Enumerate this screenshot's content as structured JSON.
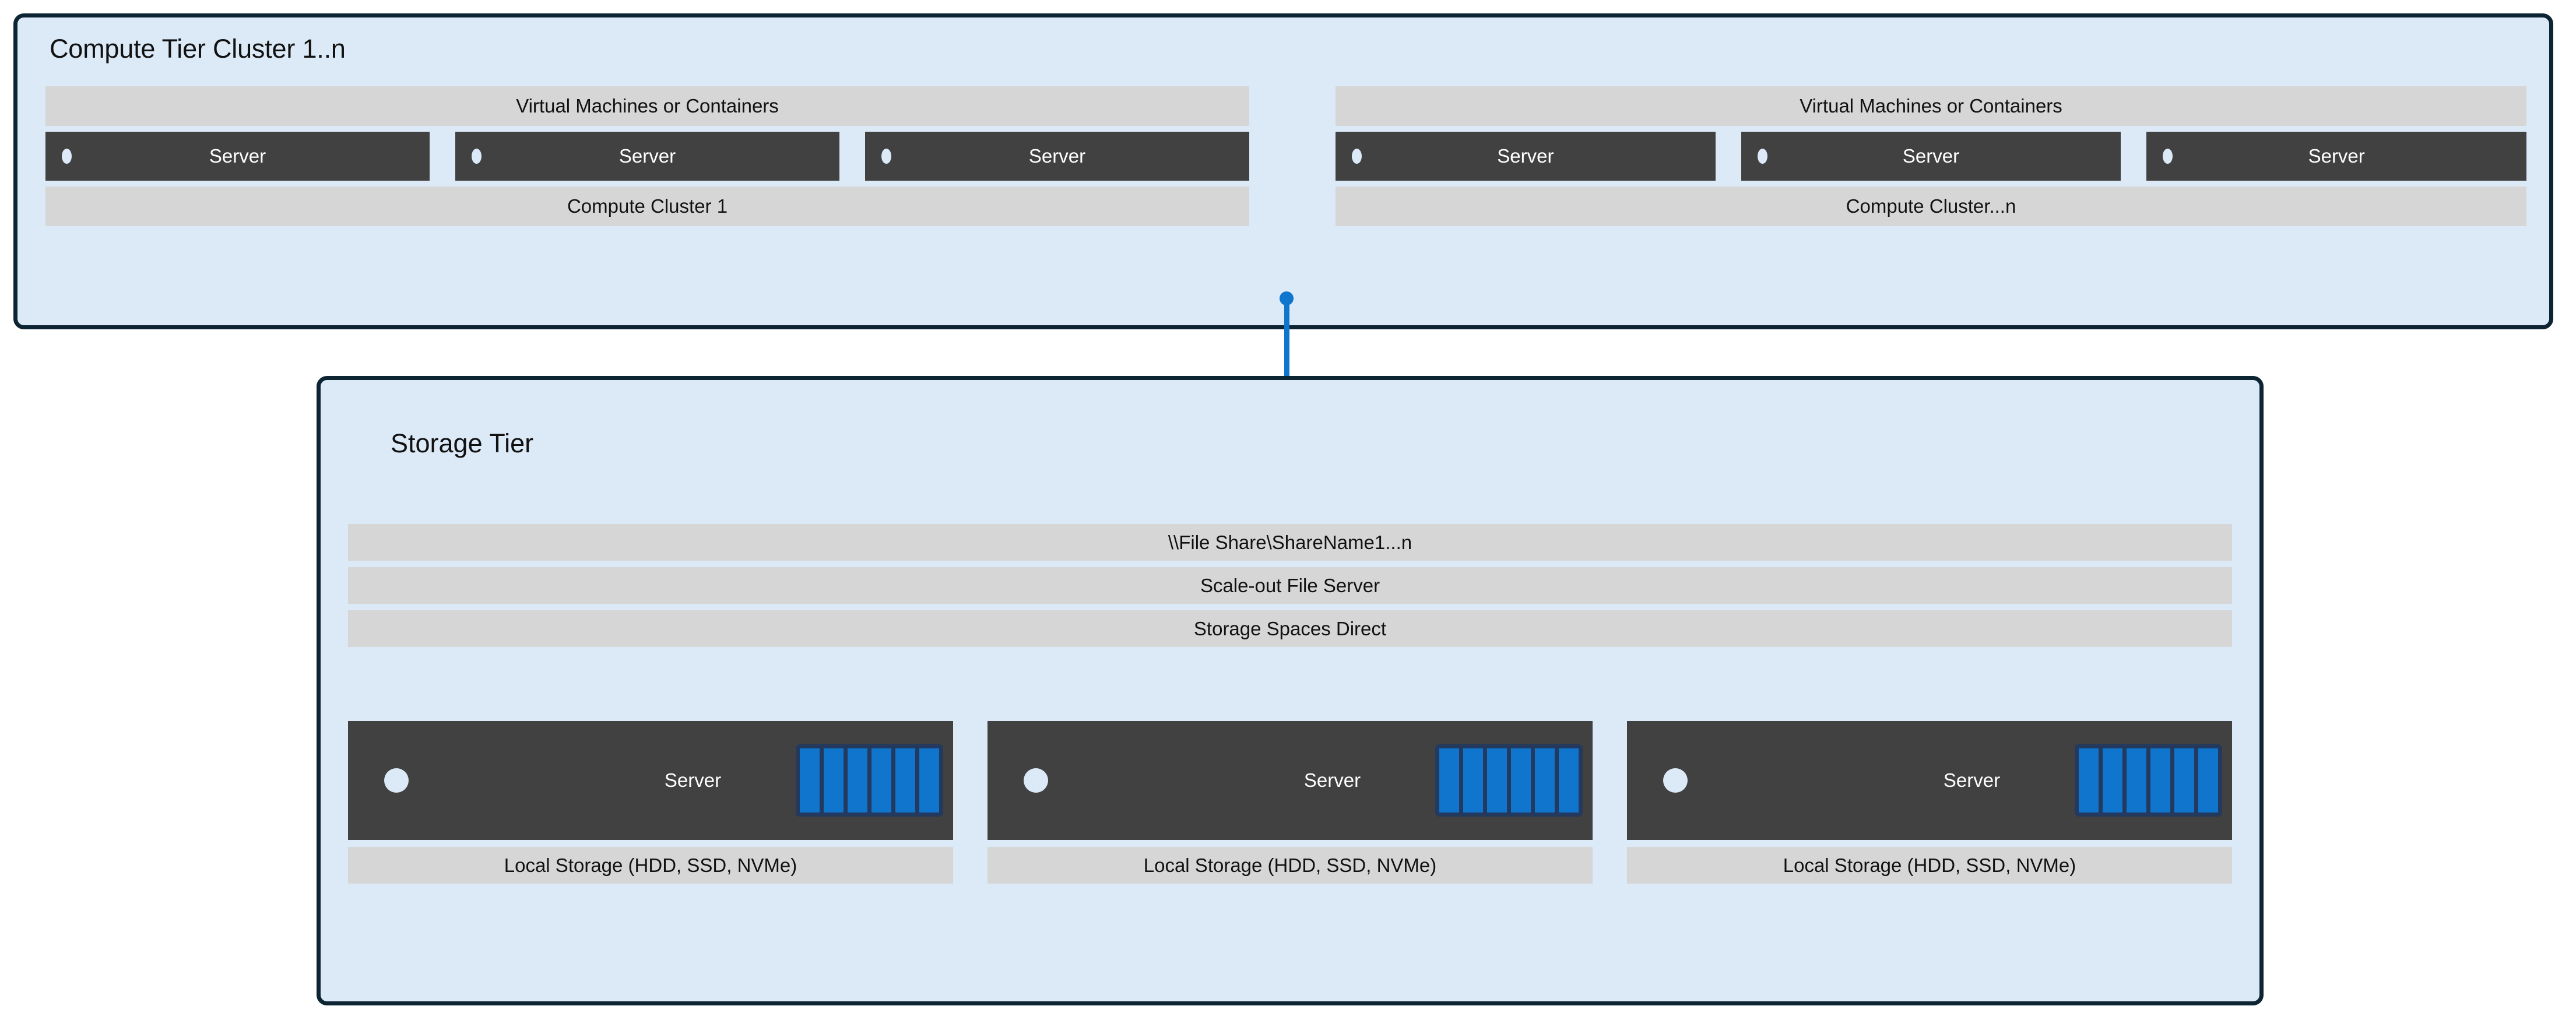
{
  "colors": {
    "tier_fill": "#dce9f7",
    "tier_border": "#0d2433",
    "band_fill": "#d6d6d6",
    "server_fill": "#414141",
    "accent_blue": "#0f75cd",
    "drive_bay_frame": "#23395d"
  },
  "compute_tier": {
    "title": "Compute Tier Cluster 1..n",
    "clusters": [
      {
        "header": "Virtual Machines or Containers",
        "footer": "Compute Cluster 1",
        "servers": [
          {
            "label": "Server",
            "led": "status-led-icon"
          },
          {
            "label": "Server",
            "led": "status-led-icon"
          },
          {
            "label": "Server",
            "led": "status-led-icon"
          }
        ]
      },
      {
        "header": "Virtual Machines or Containers",
        "footer": "Compute Cluster...n",
        "servers": [
          {
            "label": "Server",
            "led": "status-led-icon"
          },
          {
            "label": "Server",
            "led": "status-led-icon"
          },
          {
            "label": "Server",
            "led": "status-led-icon"
          }
        ]
      }
    ]
  },
  "connector": {
    "icon": "folder-icon",
    "style": "vertical-line-with-endpoint-dots"
  },
  "storage_tier": {
    "title": "Storage Tier",
    "stack": [
      "\\\\File Share\\ShareName1...n",
      "Scale-out File Server",
      "Storage Spaces Direct"
    ],
    "nodes": [
      {
        "label": "Server",
        "led": "status-led-icon",
        "drives": 6,
        "footer": "Local Storage (HDD, SSD, NVMe)"
      },
      {
        "label": "Server",
        "led": "status-led-icon",
        "drives": 6,
        "footer": "Local Storage (HDD, SSD, NVMe)"
      },
      {
        "label": "Server",
        "led": "status-led-icon",
        "drives": 6,
        "footer": "Local Storage (HDD, SSD, NVMe)"
      }
    ]
  }
}
